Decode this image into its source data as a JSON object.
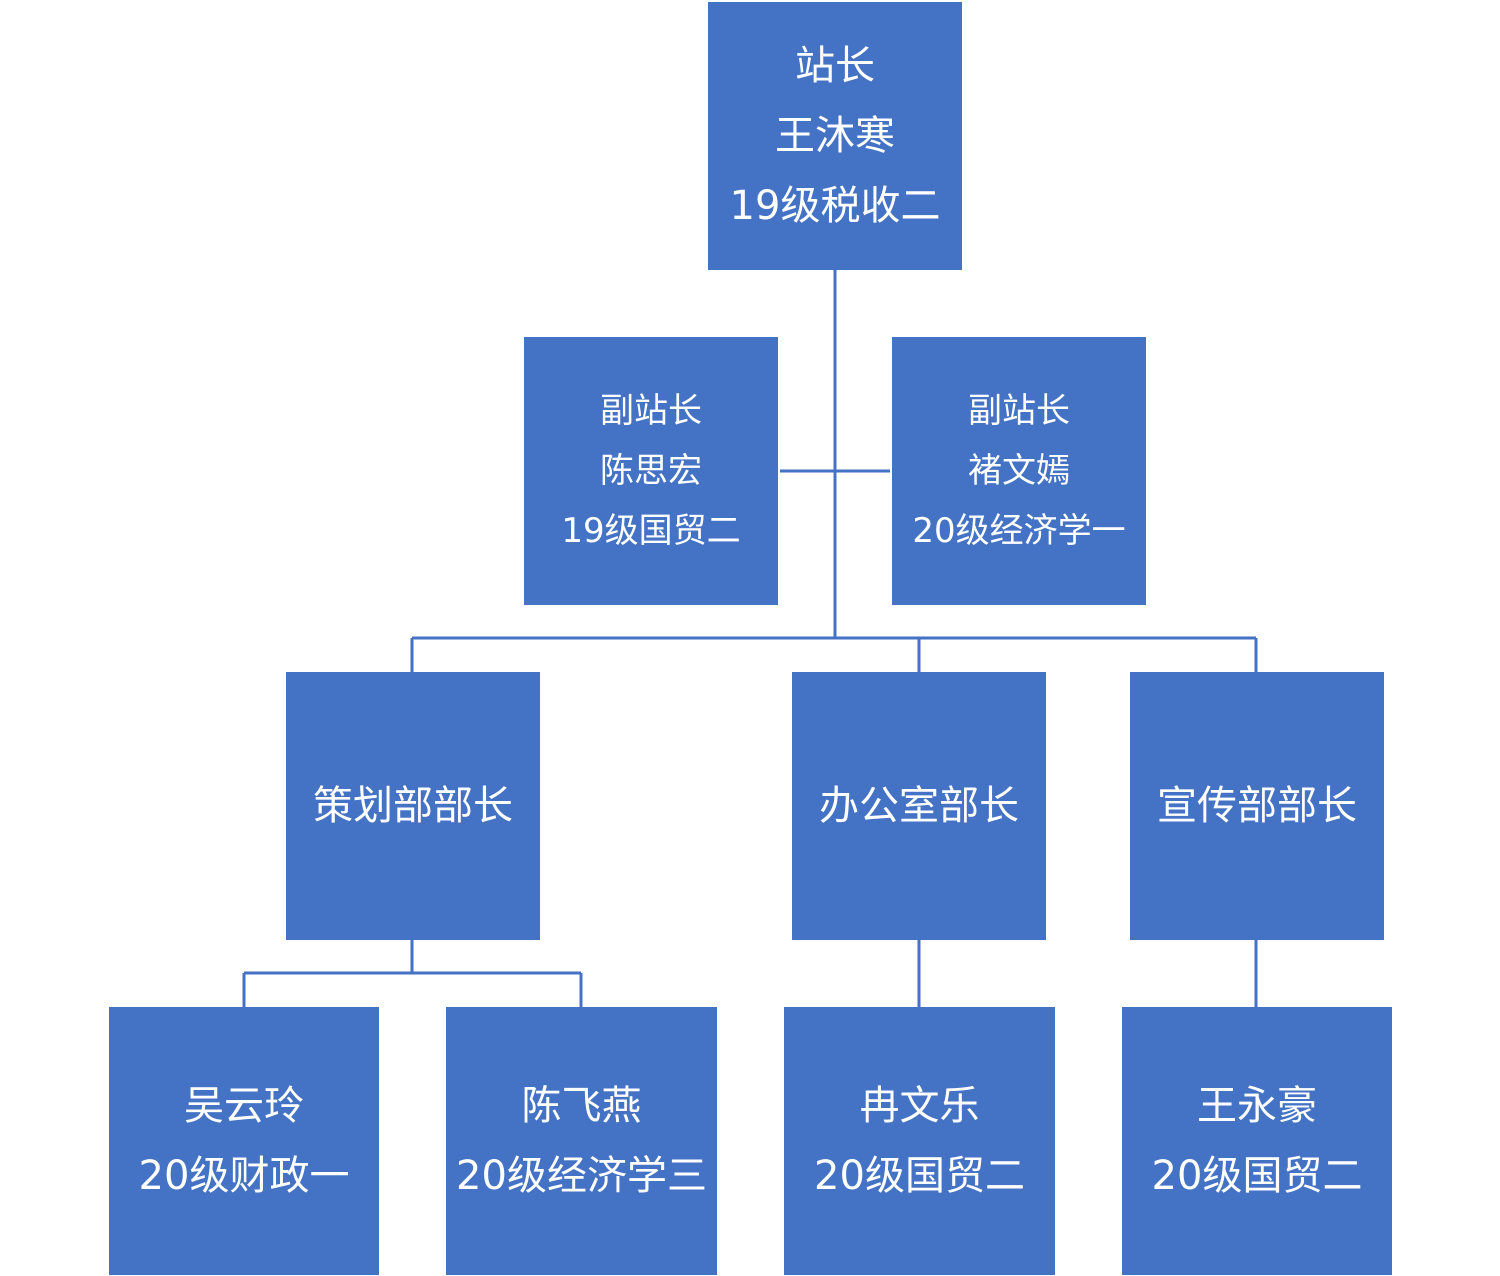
{
  "colors": {
    "node_fill": "#4472C4",
    "node_text": "#FFFFFF",
    "connector": "#4472C4",
    "background": "#FFFFFF"
  },
  "nodes": {
    "director": {
      "role": "站长",
      "name": "王沐寒",
      "class": "19级税收二"
    },
    "deputy_left": {
      "role": "副站长",
      "name": "陈思宏",
      "class": "19级国贸二"
    },
    "deputy_right": {
      "role": "副站长",
      "name": "褚文嫣",
      "class": "20级经济学一"
    },
    "dept_planning": {
      "role": "策划部部长"
    },
    "dept_office": {
      "role": "办公室部长"
    },
    "dept_publicity": {
      "role": "宣传部部长"
    },
    "member_wu": {
      "name": "吴云玲",
      "class": "20级财政一"
    },
    "member_chen": {
      "name": "陈飞燕",
      "class": "20级经济学三"
    },
    "member_ran": {
      "name": "冉文乐",
      "class": "20级国贸二"
    },
    "member_wang": {
      "name": "王永豪",
      "class": "20级国贸二"
    }
  }
}
